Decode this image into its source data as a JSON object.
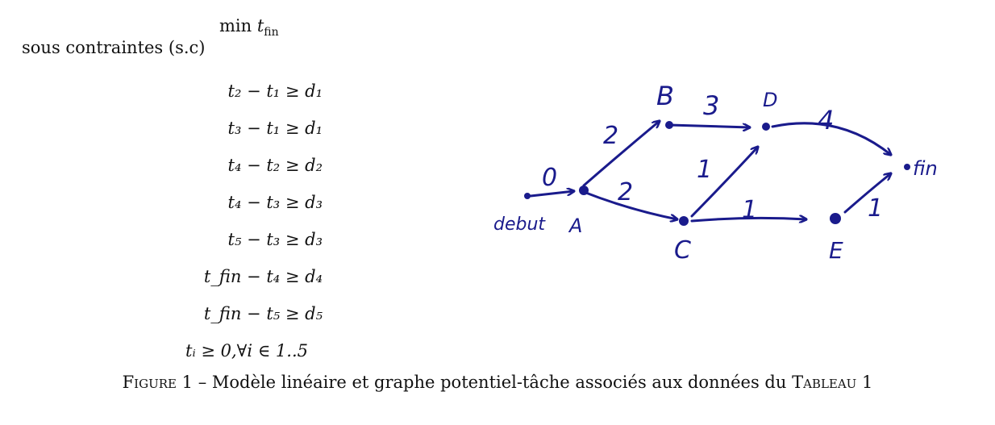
{
  "objective": {
    "min": "min",
    "var": "t",
    "sub": "fin"
  },
  "st_label": "sous contraintes (s.c)",
  "constraints": [
    "t₂ − t₁ ≥ d₁",
    "t₃ − t₁ ≥ d₁",
    "t₄ − t₂ ≥ d₂",
    "t₄ − t₃ ≥ d₃",
    "t₅ − t₃ ≥ d₃",
    "t_fin − t₄ ≥ d₄",
    "t_fin − t₅ ≥ d₅",
    "tᵢ ≥ 0,∀i ∈ 1..5"
  ],
  "graph": {
    "ink_color": "#1a1b8c",
    "nodes": {
      "debut": "debut",
      "A": "A",
      "B": "B",
      "C": "C",
      "D": "D",
      "E": "E",
      "fin": "fin"
    },
    "edges": {
      "debut_A": "0",
      "A_B": "2",
      "A_C": "2",
      "B_D": "3",
      "C_D": "1",
      "C_E": "1",
      "D_fin": "4",
      "E_fin": "1"
    }
  },
  "caption": {
    "figure_word": "Figure",
    "number": "1",
    "text": "– Modèle linéaire et graphe potentiel-tâche associés aux données du",
    "table_word": "Tableau",
    "table_number": "1"
  }
}
